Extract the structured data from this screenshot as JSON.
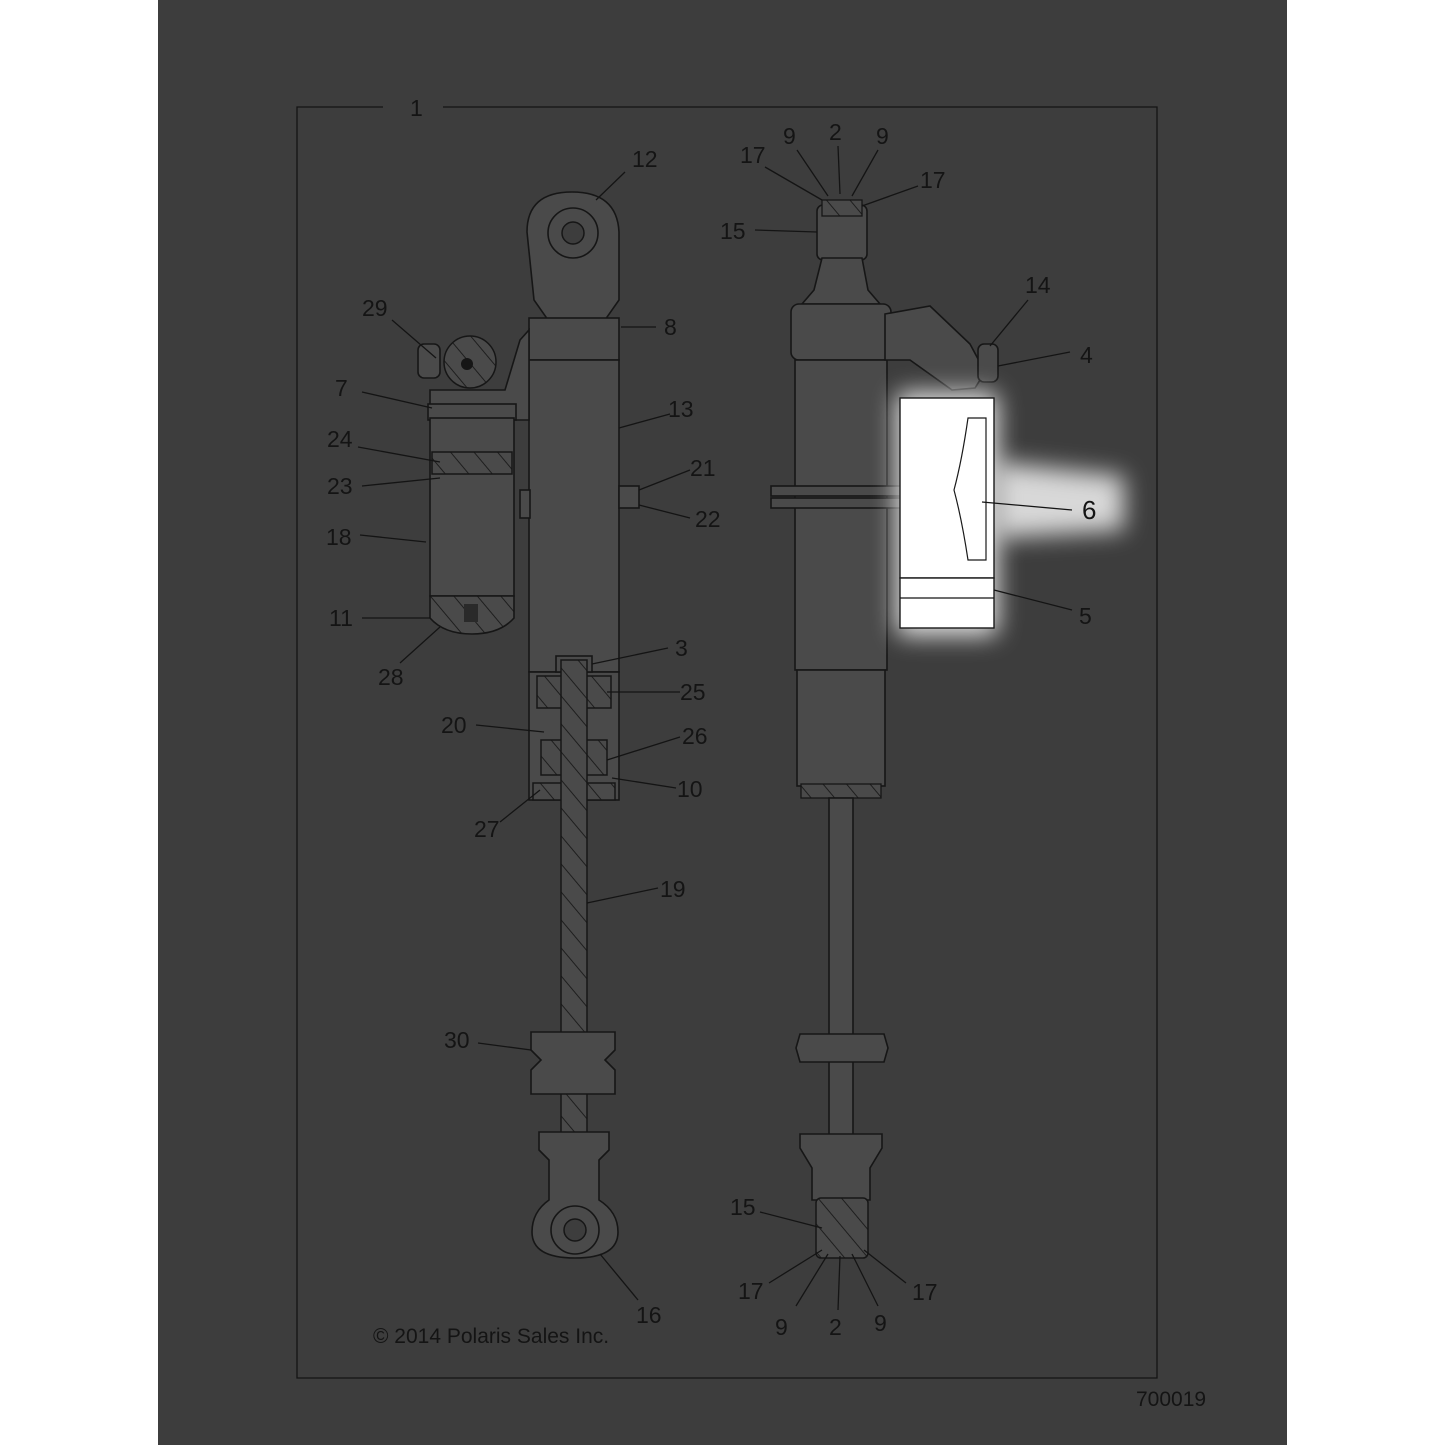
{
  "diagram": {
    "background_color": "#ffffff",
    "panel_color": "#3d3d3d",
    "highlight_color": "#ffffff",
    "highlighted_part": "6",
    "copyright": "© 2014 Polaris Sales Inc.",
    "drawing_number": "700019",
    "callouts": {
      "c1": "1",
      "c2top": "2",
      "c9topl": "9",
      "c9topr": "9",
      "c17topl": "17",
      "c17topr": "17",
      "c15top": "15",
      "c12": "12",
      "c14": "14",
      "c4": "4",
      "c29": "29",
      "c8": "8",
      "c7": "7",
      "c13": "13",
      "c24": "24",
      "c23": "23",
      "c21": "21",
      "c22": "22",
      "c18": "18",
      "c6": "6",
      "c11": "11",
      "c5": "5",
      "c28": "28",
      "c3": "3",
      "c25": "25",
      "c20": "20",
      "c26": "26",
      "c10": "10",
      "c27": "27",
      "c19": "19",
      "c30": "30",
      "c15bot": "15",
      "c16": "16",
      "c17botl": "17",
      "c17botr": "17",
      "c9botl": "9",
      "c2bot": "2",
      "c9botr": "9"
    }
  }
}
